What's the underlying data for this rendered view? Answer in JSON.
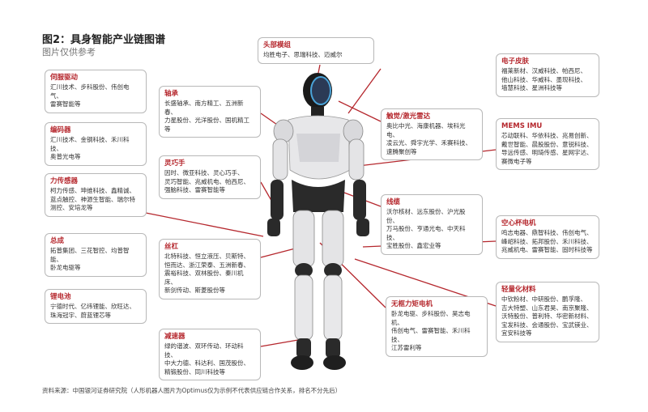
{
  "title": "图2：具身智能产业链图谱",
  "subtitle": "图片仅供参考",
  "source": "资料来源：中国银河证券研究院（人形机器人图片为Optimus仅为示例不代表供应链合作关系，排名不分先后）",
  "accent_color": "#b5272d",
  "boxes": {
    "head": {
      "h": "头部模组",
      "b": "均胜电子、思瑞科技、迈威尔"
    },
    "servo": {
      "h": "伺服驱动",
      "b": "汇川技术、步科股份、伟创电气、\n雷赛智能等"
    },
    "encoder": {
      "h": "编码器",
      "b": "汇川技术、金钢科技、禾川科技、\n奥普光电等"
    },
    "force": {
      "h": "力传感器",
      "b": "柯力传感、坤维科技、鑫精诚、\n蓝点触控、神源生智能、瑞尔特\n测控、安培龙等"
    },
    "assembly": {
      "h": "总成",
      "b": "拓普集团、三花智控、均普智能、\n卧龙电驱等"
    },
    "battery": {
      "h": "锂电池",
      "b": "宁德时代、亿纬锂能、欣旺达、\n珠海冠宇、蔚蓝锂芯等"
    },
    "bearing": {
      "h": "轴承",
      "b": "长盛轴承、南方精工、五洲新春、\n力星股份、光洋股份、国机精工等"
    },
    "hand": {
      "h": "灵巧手",
      "b": "因时、微亚科技、灵心巧手、\n灵巧智能、兆威机电、帕西尼、\n强脑科技、雷赛智能等"
    },
    "screw": {
      "h": "丝杠",
      "b": "北特科技、恒立液压、贝斯特、\n恒而达、浙江荣泰、五洲新春、\n震裕科技、双林股份、秦川机床、\n新剑传动、斯菱股份等"
    },
    "reducer": {
      "h": "减速器",
      "b": "绿的谐波、双环传动、环动科技、\n中大力德、科达利、国茂股份、\n精锻股份、同川科技等"
    },
    "eskin": {
      "h": "电子皮肤",
      "b": "福莱新材、汉威科技、帕西尼、\n他山科技、华威科、墨现科技、\n墙慧科技、星洲科技等"
    },
    "lidar": {
      "h": "触觉/激光雷达",
      "b": "奥比中光、海康机器、埃科光电、\n凌云光、舜宇光学、禾赛科技、\n速腾聚创等"
    },
    "imu": {
      "h": "MEMS IMU",
      "b": "芯动联科、华依科技、兆易创新、\n戴世智能、晨股股份、意锐科技、\n导远传感、明琦传感、星网宇达、\n赛微电子等"
    },
    "wire": {
      "h": "线缆",
      "b": "沃尔核材、远东股份、沪光股份、\n万马股份、亨通光电、中天科技、\n宝胜股份、鑫宏业等"
    },
    "coreless": {
      "h": "空心杯电机",
      "b": "鸣志电器、鼎智科技、伟创电气、\n峰岹科技、拓邦股份、禾川科技、\n兆威机电、雷赛智能、固时科技等"
    },
    "frameless": {
      "h": "无框力矩电机",
      "b": "卧龙电驱、步科股份、昊志电机、\n伟创电气、雷赛智能、禾川科技、\n江苏雷利等"
    },
    "light": {
      "h": "轻量化材料",
      "b": "中钦粉材、中研股份、鹏孚隆、\n吉大特塑、山东君昊、南京聚隆、\n沃特股份、普利特、华密新材料、\n宝发科技、会通股份、宝武镁业、\n宜安科技等"
    }
  }
}
